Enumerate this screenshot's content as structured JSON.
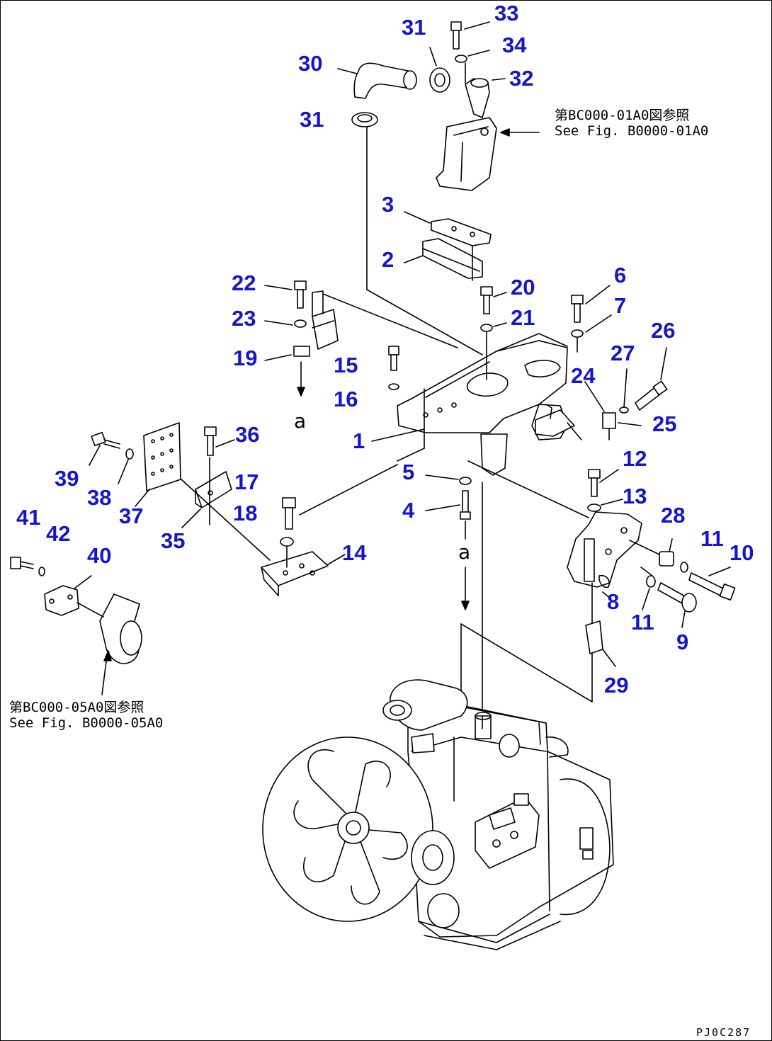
{
  "callouts": [
    {
      "id": "c33",
      "label": "33"
    },
    {
      "id": "c31a",
      "label": "31"
    },
    {
      "id": "c34",
      "label": "34"
    },
    {
      "id": "c30",
      "label": "30"
    },
    {
      "id": "c32",
      "label": "32"
    },
    {
      "id": "c31b",
      "label": "31"
    },
    {
      "id": "c3",
      "label": "3"
    },
    {
      "id": "c2",
      "label": "2"
    },
    {
      "id": "c22",
      "label": "22"
    },
    {
      "id": "c20",
      "label": "20"
    },
    {
      "id": "c6",
      "label": "6"
    },
    {
      "id": "c23",
      "label": "23"
    },
    {
      "id": "c21",
      "label": "21"
    },
    {
      "id": "c7",
      "label": "7"
    },
    {
      "id": "c26",
      "label": "26"
    },
    {
      "id": "c19",
      "label": "19"
    },
    {
      "id": "c15",
      "label": "15"
    },
    {
      "id": "c27",
      "label": "27"
    },
    {
      "id": "c24",
      "label": "24"
    },
    {
      "id": "c16",
      "label": "16"
    },
    {
      "id": "c25",
      "label": "25"
    },
    {
      "id": "c36",
      "label": "36"
    },
    {
      "id": "c1",
      "label": "1"
    },
    {
      "id": "c39",
      "label": "39"
    },
    {
      "id": "c17",
      "label": "17"
    },
    {
      "id": "c12",
      "label": "12"
    },
    {
      "id": "c5",
      "label": "5"
    },
    {
      "id": "c38",
      "label": "38"
    },
    {
      "id": "c13",
      "label": "13"
    },
    {
      "id": "c37",
      "label": "37"
    },
    {
      "id": "c18",
      "label": "18"
    },
    {
      "id": "c4",
      "label": "4"
    },
    {
      "id": "c28",
      "label": "28"
    },
    {
      "id": "c41",
      "label": "41"
    },
    {
      "id": "c42",
      "label": "42"
    },
    {
      "id": "c35",
      "label": "35"
    },
    {
      "id": "c11a",
      "label": "11"
    },
    {
      "id": "c10",
      "label": "10"
    },
    {
      "id": "c14",
      "label": "14"
    },
    {
      "id": "c40",
      "label": "40"
    },
    {
      "id": "c8",
      "label": "8"
    },
    {
      "id": "c11b",
      "label": "11"
    },
    {
      "id": "c9",
      "label": "9"
    },
    {
      "id": "c29",
      "label": "29"
    }
  ],
  "references": {
    "top_jp": "第BC000-01A0図参照",
    "top_en": "See Fig. B0000-01A0",
    "left_jp": "第BC000-05A0図参照",
    "left_en": "See Fig. B0000-05A0"
  },
  "markers": {
    "a_upper": "a",
    "a_lower": "a"
  },
  "drawing_code": "PJ0C287",
  "colors": {
    "callout": "#1515cc",
    "line": "#000000",
    "background": "#ffffff"
  }
}
